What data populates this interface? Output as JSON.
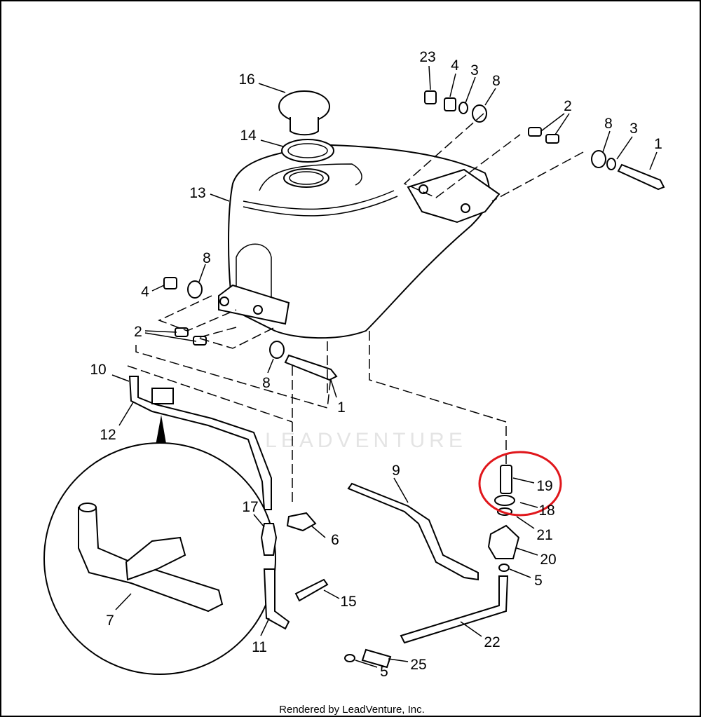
{
  "diagram": {
    "watermark": "LEADVENTURE",
    "footer": "Rendered by LeadVenture, Inc.",
    "highlight_color": "#e0161b",
    "callouts": [
      {
        "id": "c23",
        "label": "23"
      },
      {
        "id": "c4a",
        "label": "4"
      },
      {
        "id": "c3a",
        "label": "3"
      },
      {
        "id": "c8a",
        "label": "8"
      },
      {
        "id": "c2a",
        "label": "2"
      },
      {
        "id": "c8b",
        "label": "8"
      },
      {
        "id": "c3b",
        "label": "3"
      },
      {
        "id": "c1a",
        "label": "1"
      },
      {
        "id": "c16",
        "label": "16"
      },
      {
        "id": "c14",
        "label": "14"
      },
      {
        "id": "c13",
        "label": "13"
      },
      {
        "id": "c8c",
        "label": "8"
      },
      {
        "id": "c4b",
        "label": "4"
      },
      {
        "id": "c2b",
        "label": "2"
      },
      {
        "id": "c8d",
        "label": "8"
      },
      {
        "id": "c1b",
        "label": "1"
      },
      {
        "id": "c10",
        "label": "10"
      },
      {
        "id": "c12",
        "label": "12"
      },
      {
        "id": "c9",
        "label": "9"
      },
      {
        "id": "c19",
        "label": "19"
      },
      {
        "id": "c18",
        "label": "18"
      },
      {
        "id": "c21",
        "label": "21"
      },
      {
        "id": "c20",
        "label": "20"
      },
      {
        "id": "c5a",
        "label": "5"
      },
      {
        "id": "c17",
        "label": "17"
      },
      {
        "id": "c6",
        "label": "6"
      },
      {
        "id": "c15",
        "label": "15"
      },
      {
        "id": "c11",
        "label": "11"
      },
      {
        "id": "c7",
        "label": "7"
      },
      {
        "id": "c22",
        "label": "22"
      },
      {
        "id": "c25",
        "label": "25"
      },
      {
        "id": "c5b",
        "label": "5"
      }
    ]
  }
}
